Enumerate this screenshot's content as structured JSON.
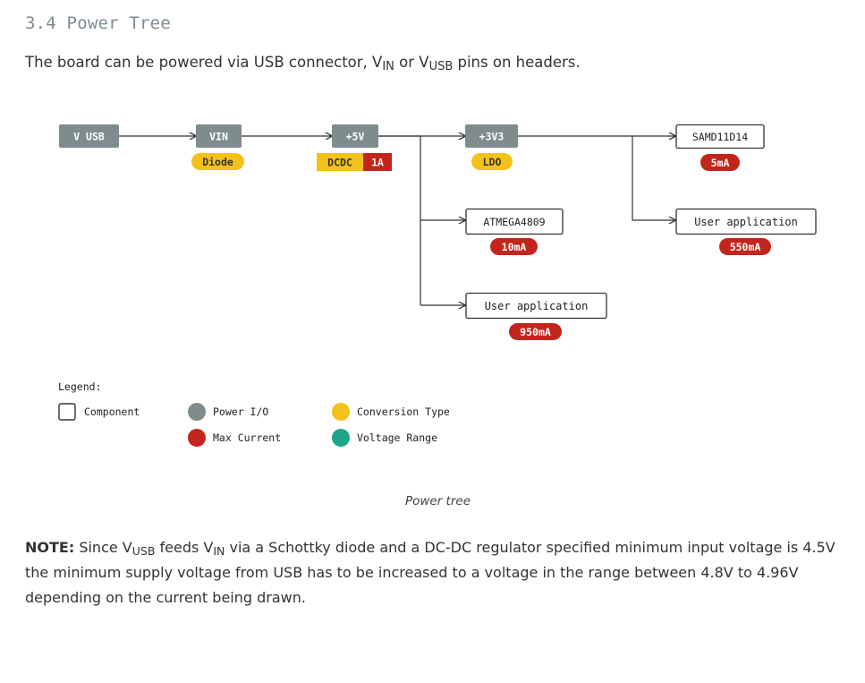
{
  "section": {
    "title": "3.4 Power Tree"
  },
  "intro": {
    "text_before": "The board can be powered via USB connector, V",
    "sub_in": "IN",
    "text_mid": " or V",
    "sub_usb": "USB",
    "text_after": " pins on headers."
  },
  "diagram": {
    "colors": {
      "power_io": "#7f8c8d",
      "max_current": "#c3251d",
      "conversion_type": "#f2c21b",
      "voltage_range": "#1ea58c",
      "component_border": "#333333",
      "line": "#333333"
    },
    "nodes": {
      "vusb": {
        "label": "V USB"
      },
      "vin": {
        "label": "VIN",
        "conversion": "Diode"
      },
      "p5v": {
        "label": "+5V",
        "conversion": "DCDC",
        "current": "1A"
      },
      "p3v3": {
        "label": "+3V3",
        "conversion": "LDO"
      },
      "samd": {
        "label": "SAMD11D14",
        "current": "5mA"
      },
      "user_app_3v3": {
        "label": "User application",
        "current": "550mA"
      },
      "atmega": {
        "label": "ATMEGA4809",
        "current": "10mA"
      },
      "user_app_5v": {
        "label": "User application",
        "current": "950mA"
      }
    },
    "legend": {
      "title": "Legend:",
      "component": "Component",
      "power_io": "Power I/O",
      "max_current": "Max Current",
      "conversion_type": "Conversion Type",
      "voltage_range": "Voltage Range"
    }
  },
  "caption": "Power tree",
  "note": {
    "bold": "NOTE:",
    "t1": " Since V",
    "sub_usb": "USB",
    "t2": " feeds V",
    "sub_in": "IN",
    "t3": " via a Schottky diode and a DC-DC regulator specified minimum input voltage is 4.5V the minimum supply voltage from USB has to be increased to a voltage in the range between 4.8V to 4.96V depending on the current being drawn."
  }
}
